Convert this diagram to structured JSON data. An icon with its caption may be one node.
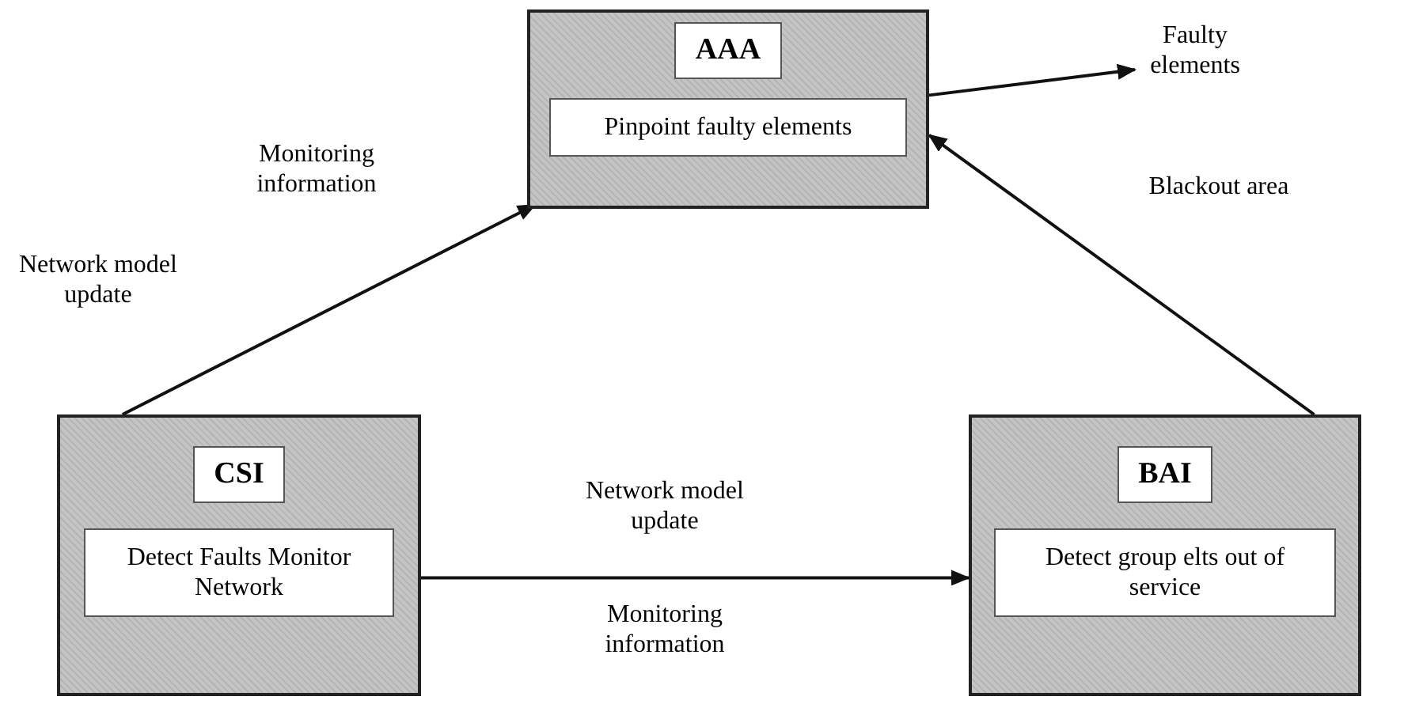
{
  "diagram": {
    "nodes": [
      {
        "text": [
          "AAA",
          "Pinpoint faulty elements"
        ]
      },
      {
        "text": [
          "Faulty elements"
        ]
      },
      {
        "text": [
          "CSI",
          "Detect Faults Monitor Network"
        ]
      },
      {
        "text": [
          "BAI",
          "Detect group elts out of service"
        ]
      }
    ],
    "edges": [
      {
        "from": 0,
        "to": 1,
        "arrow": "to"
      },
      {
        "from": 2,
        "to": 0,
        "arrow": "to",
        "label": "Monitoring information"
      },
      {
        "from": 3,
        "to": 0,
        "arrow": "to",
        "label": "Blackout area"
      },
      {
        "from": 2,
        "to": 3,
        "arrow": "to",
        "label": "Network model update"
      }
    ],
    "labels": [
      "Network model update",
      "Monitoring information"
    ]
  }
}
